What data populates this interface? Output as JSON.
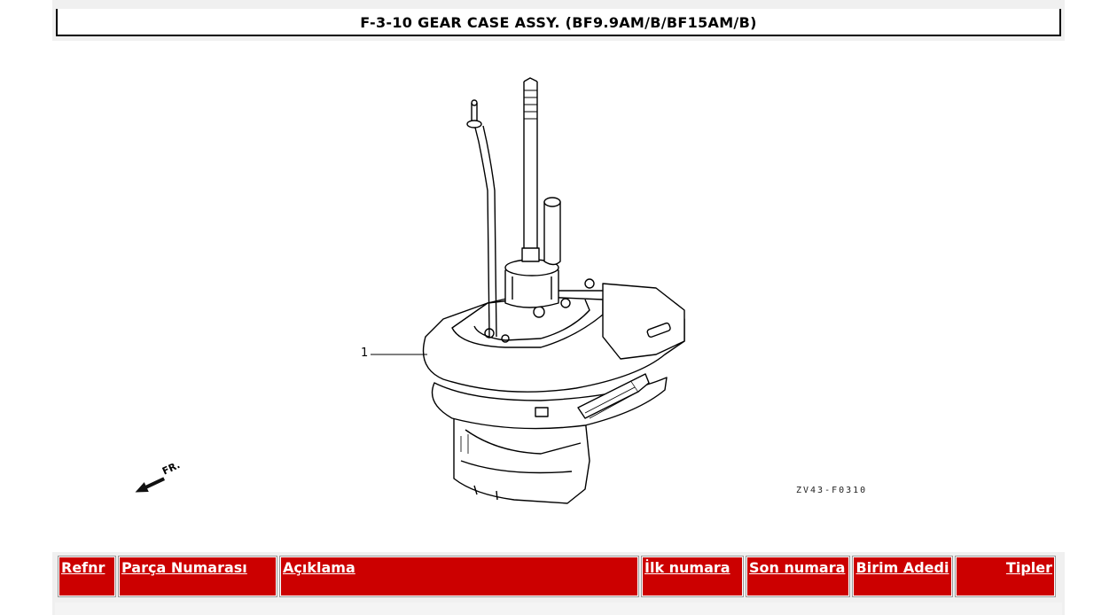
{
  "title": "F-3-10 GEAR CASE ASSY. (BF9.9AM/B/BF15AM/B)",
  "diagram": {
    "callout": "1",
    "figure_code": "ZV43-F0310",
    "direction_label": "FR."
  },
  "table": {
    "headers": {
      "refnr": "Refnr",
      "part_number": "Parça Numarası",
      "description": "Açıklama",
      "first_number": "İlk numara",
      "last_number": "Son numara",
      "unit_qty": "Birim Adedi",
      "types": "Tipler"
    }
  },
  "colors": {
    "header_bg": "#cc0000",
    "header_text": "#ffffff",
    "band_bg": "#f0f0f0"
  }
}
